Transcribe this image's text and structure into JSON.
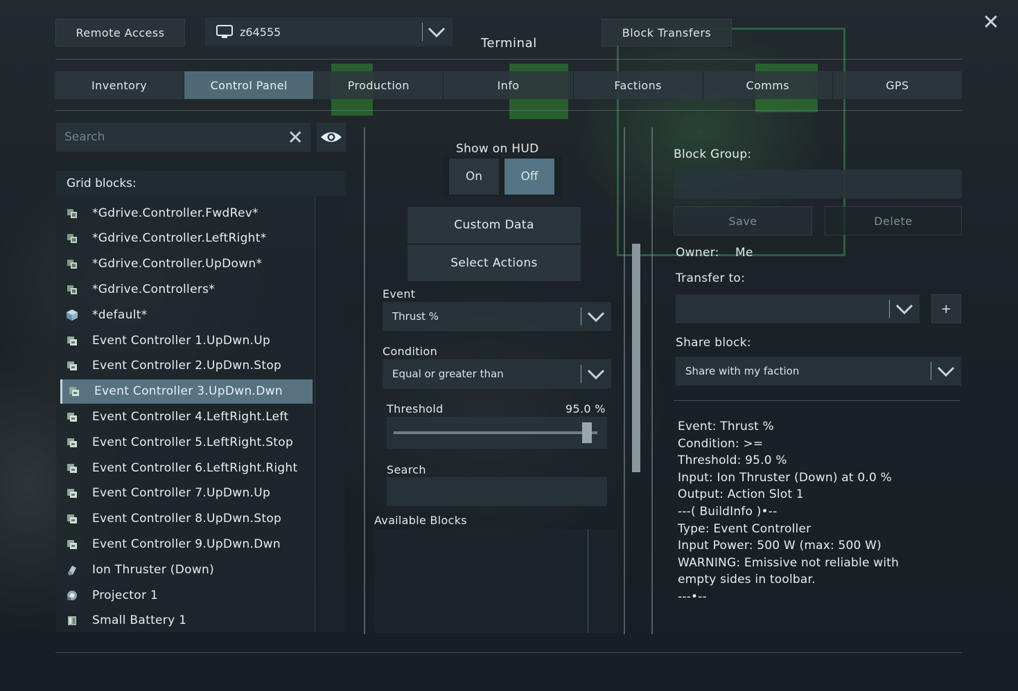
{
  "window": {
    "title": "Terminal",
    "remote_access_label": "Remote Access",
    "block_transfers_label": "Block Transfers",
    "grid_name": "z64555"
  },
  "tabs": [
    {
      "label": "Inventory",
      "active": false
    },
    {
      "label": "Control Panel",
      "active": true
    },
    {
      "label": "Production",
      "active": false
    },
    {
      "label": "Info",
      "active": false
    },
    {
      "label": "Factions",
      "active": false
    },
    {
      "label": "Comms",
      "active": false
    },
    {
      "label": "GPS",
      "active": false
    }
  ],
  "block_list": {
    "search_placeholder": "Search",
    "header": "Grid blocks:",
    "items": [
      {
        "label": "*Gdrive.Controller.FwdRev*",
        "icon": "group-icon",
        "selected": false
      },
      {
        "label": "*Gdrive.Controller.LeftRight*",
        "icon": "group-icon",
        "selected": false
      },
      {
        "label": "*Gdrive.Controller.UpDown*",
        "icon": "group-icon",
        "selected": false
      },
      {
        "label": "*Gdrive.Controllers*",
        "icon": "group-icon",
        "selected": false
      },
      {
        "label": "*default*",
        "icon": "cube-icon",
        "selected": false
      },
      {
        "label": "Event Controller 1.UpDwn.Up",
        "icon": "event-controller-icon",
        "selected": false
      },
      {
        "label": "Event Controller 2.UpDwn.Stop",
        "icon": "event-controller-icon",
        "selected": false
      },
      {
        "label": "Event Controller 3.UpDwn.Dwn",
        "icon": "event-controller-icon",
        "selected": true
      },
      {
        "label": "Event Controller 4.LeftRight.Left",
        "icon": "event-controller-icon",
        "selected": false
      },
      {
        "label": "Event Controller 5.LeftRight.Stop",
        "icon": "event-controller-icon",
        "selected": false
      },
      {
        "label": "Event Controller 6.LeftRight.Right",
        "icon": "event-controller-icon",
        "selected": false
      },
      {
        "label": "Event Controller 7.UpDwn.Up",
        "icon": "event-controller-icon",
        "selected": false
      },
      {
        "label": "Event Controller 8.UpDwn.Stop",
        "icon": "event-controller-icon",
        "selected": false
      },
      {
        "label": "Event Controller 9.UpDwn.Dwn",
        "icon": "event-controller-icon",
        "selected": false
      },
      {
        "label": "Ion Thruster (Down)",
        "icon": "thruster-icon",
        "selected": false
      },
      {
        "label": "Projector 1",
        "icon": "projector-icon",
        "selected": false
      },
      {
        "label": "Small Battery 1",
        "icon": "battery-icon",
        "selected": false
      }
    ]
  },
  "controls": {
    "show_on_hud_label": "Show on HUD",
    "on_label": "On",
    "off_label": "Off",
    "hud_state": "Off",
    "custom_data_label": "Custom Data",
    "select_actions_label": "Select Actions",
    "event_label": "Event",
    "event_value": "Thrust %",
    "condition_label": "Condition",
    "condition_value": "Equal or greater than",
    "threshold_label": "Threshold",
    "threshold_value_text": "95.0 %",
    "threshold_percent": 95,
    "search_label": "Search",
    "available_blocks_label": "Available Blocks"
  },
  "properties": {
    "block_group_label": "Block Group:",
    "save_label": "Save",
    "delete_label": "Delete",
    "owner_label": "Owner:",
    "owner_value": "Me",
    "transfer_to_label": "Transfer to:",
    "add_label": "+",
    "share_block_label": "Share block:",
    "share_value": "Share with my faction"
  },
  "info_lines": [
    "Event: Thrust %",
    "Condition: >=",
    "Threshold: 95.0 %",
    "Input: Ion Thruster (Down) at 0.0 %",
    "Output: Action Slot 1",
    "---( BuildInfo )•--",
    "Type: Event Controller",
    "Input Power: 500 W (max: 500 W)",
    "WARNING: Emissive not reliable with",
    "empty sides in toolbar.",
    "---•--"
  ],
  "colors": {
    "active_tab": "#4f6977",
    "selected_item": "#587282",
    "panel": "#2c383e"
  }
}
